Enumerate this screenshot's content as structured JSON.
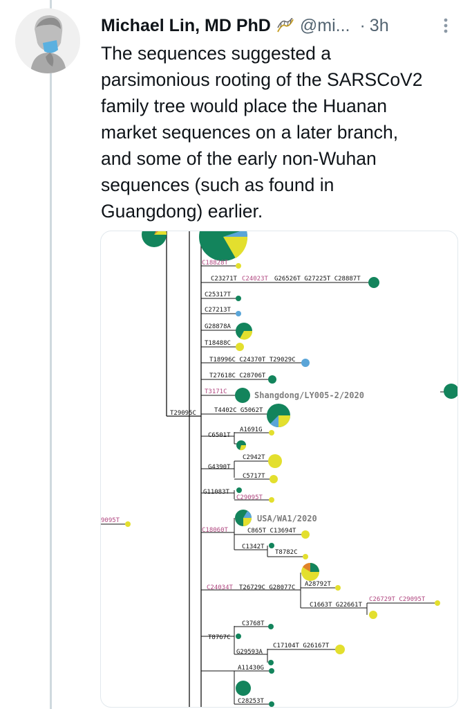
{
  "tweet": {
    "author_name": "Michael Lin, MD PhD",
    "handle": "@mi...",
    "separator": "·",
    "time": "3h",
    "text": "The sequences suggested a\nparsimonious rooting of the SARSCoV2\nfamily tree would place the Huanan\nmarket sequences on a later branch,\nand some of the early non-Wuhan\nsequences (such as found in\nGuangdong) earlier."
  },
  "colors": {
    "green": "#13845c",
    "yellow": "#e3df2e",
    "blue": "#5aa5d8",
    "orange": "#e0832a",
    "pink_label": "#b0467f"
  },
  "icons": {
    "badge": "dna-icon",
    "more": "more-vertical-icon",
    "avatar": "statue-avatar"
  },
  "figure": {
    "mutations": {
      "c18828t": "C18828T",
      "c23271t": "C23271T",
      "c24023t": "C24023T",
      "rest_c24023t": "G26526T  G27225T  C28887T",
      "c25317t": "C25317T",
      "c27213t": "C27213T",
      "g28878a": "G28878A",
      "t18488c": "T18488C",
      "t18996c_group": "T18996C  C24370T  T29029C",
      "t27618c_group": "T27618C  C28706T",
      "t3171c": "T3171C",
      "t29095c": "T29095C",
      "t4402c_group": "T4402C  G5062T",
      "a1691g": "A1691G",
      "c6501t": "C6501T",
      "c2942t": "C2942T",
      "g4390t": "G4390T",
      "c5717t": "C5717T",
      "g11083t": "G11083T",
      "c29095t_a": "C29095T",
      "left_9095t": "9095T",
      "c18060t": "C18060T",
      "c865t_group": "C865T  C13694T",
      "c1342t": "C1342T",
      "t8782c": "T8782C",
      "a28792t": "A28792T",
      "c24034t": "C24034T",
      "t26729c_group": "T26729C  G28077C",
      "c26729t_group": "C26729T  C29095T",
      "c1663t_group": "C1663T  G22661T",
      "c3768t": "C3768T",
      "t8767c": "T8767C",
      "c17104t_group": "C17104T  G26167T",
      "g29593a": "G29593A",
      "a11430g": "A11430G",
      "c28253t": "C28253T"
    },
    "sequence_labels": {
      "shangdong": "Shangdong/LY005-2/2020",
      "usa": "USA/WA1/2020"
    }
  }
}
